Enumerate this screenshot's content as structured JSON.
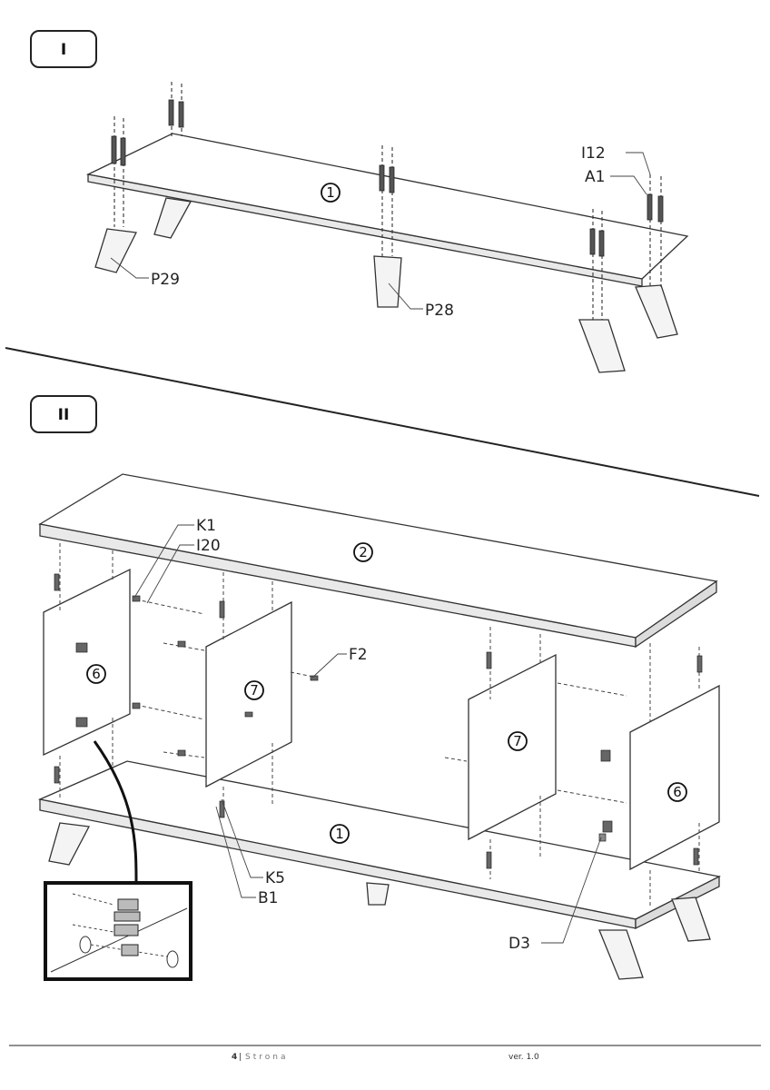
{
  "steps": {
    "step1": "I",
    "step2": "II"
  },
  "step1_labels": {
    "part_top": "1",
    "leg_rear": "P29",
    "leg_center": "P28",
    "screw": "I12",
    "bracket": "A1"
  },
  "step2_labels": {
    "top_panel": "2",
    "bottom_panel": "1",
    "door_left": "6",
    "divider_left": "7",
    "divider_right": "7",
    "door_right": "6",
    "k1": "K1",
    "i20": "I20",
    "f2": "F2",
    "k5": "K5",
    "b1": "B1",
    "d3": "D3"
  },
  "footer": {
    "page_num": "4",
    "page_sep": "|",
    "page_word": "Strona",
    "version": "ver. 1.0"
  }
}
